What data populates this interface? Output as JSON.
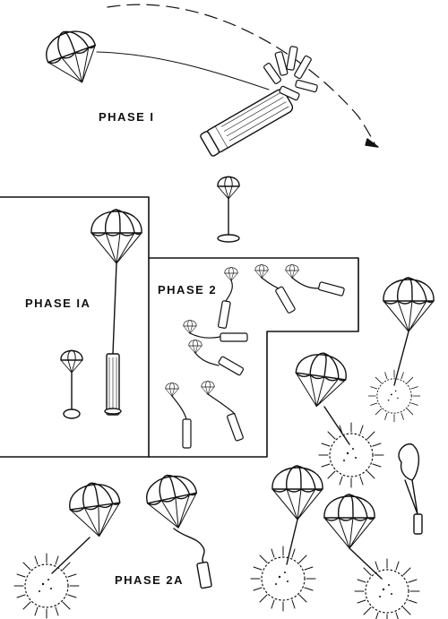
{
  "labels": {
    "phase_1": "PHASE  I",
    "phase_1a": "PHASE  IA",
    "phase_2": "PHASE  2",
    "phase_2a": "PHASE  2A"
  },
  "colors": {
    "ink": "#111111",
    "paper": "#ffffff"
  }
}
